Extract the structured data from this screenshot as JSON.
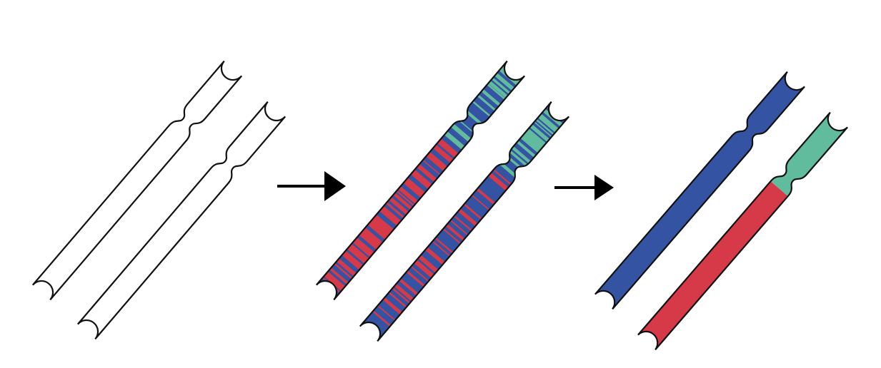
{
  "colors": {
    "outline": "#111111",
    "empty_fill": "#ffffff",
    "blue": "#3453a3",
    "red": "#d63947",
    "teal": "#61bb9d",
    "arrow": "#000000"
  },
  "panels": [
    {
      "name": "unlabeled-chromosome-pair",
      "state": "outline-only"
    },
    {
      "name": "banded-chromosome-pair",
      "state": "alternating-segments"
    },
    {
      "name": "resolved-chromosome-pair",
      "state": "solid-blocks"
    }
  ],
  "arrows": [
    {
      "direction": "right",
      "icon": "right-arrow-icon"
    },
    {
      "direction": "right",
      "icon": "right-arrow-icon"
    }
  ]
}
